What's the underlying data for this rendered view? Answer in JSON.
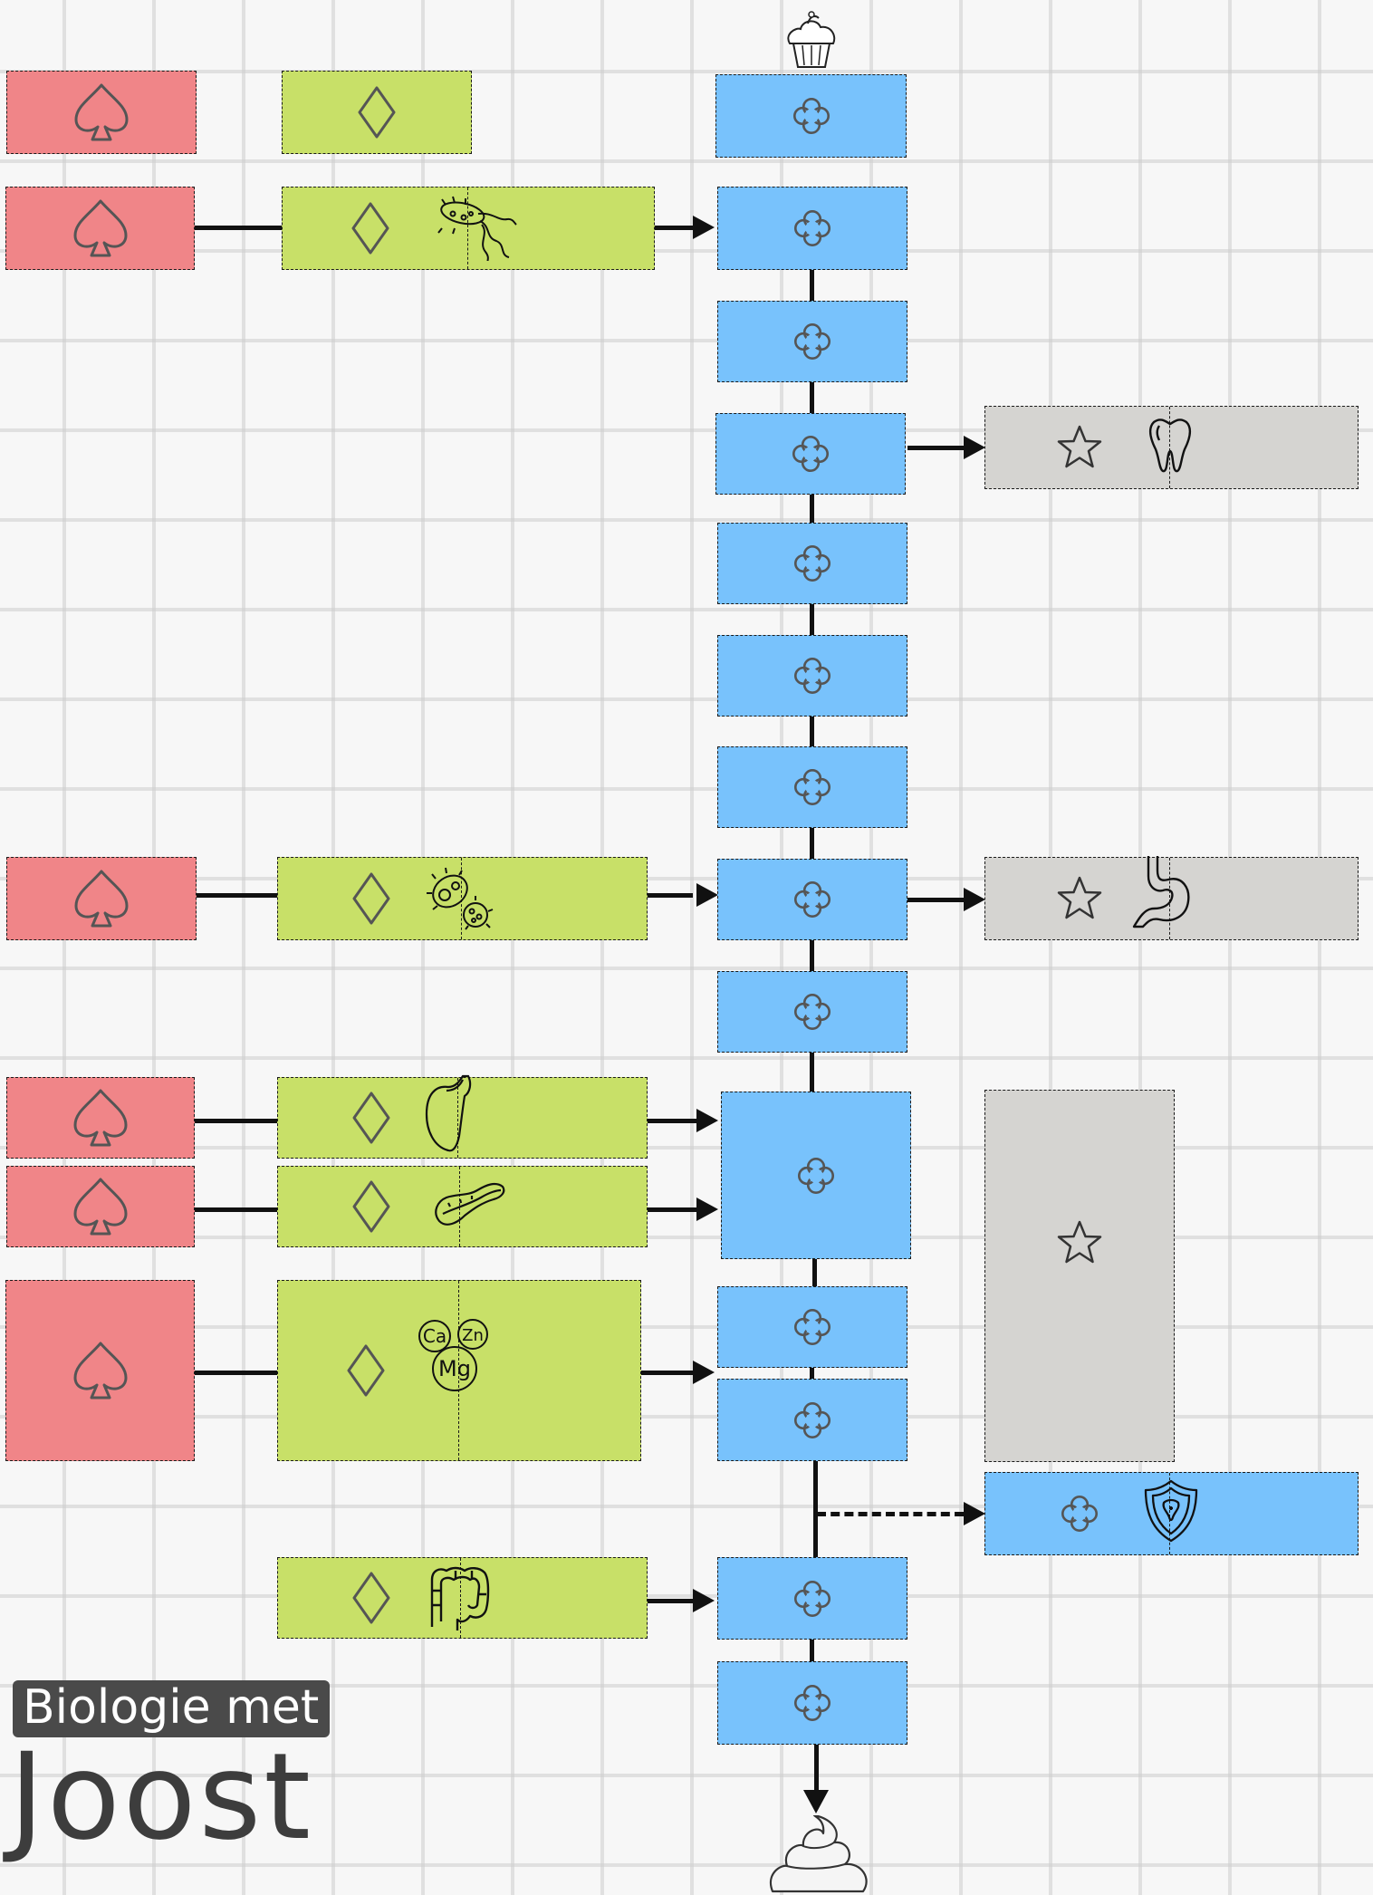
{
  "logo": {
    "line1": "Biologie met",
    "line2": "Joost"
  },
  "symbols": {
    "red_box": "spade-outline",
    "green_box": "diamond-outline",
    "blue_box": "clover-outline",
    "gray_box": "star-outline"
  },
  "icons": {
    "start": "cupcake-icon",
    "end": "poop-icon",
    "row2": "bacteria-icon",
    "row_teeth": "tooth-icon",
    "row_stomach_organisms": "microbes-icon",
    "row_stomach": "stomach-icon",
    "row_gallbladder": "gallbladder-icon",
    "row_pancreas": "pancreas-icon",
    "row_minerals": "minerals-icon",
    "minerals": [
      "Ca",
      "Zn",
      "Mg"
    ],
    "row_immune": "immune-shield-icon",
    "row_colon": "colon-icon"
  },
  "colors": {
    "red": "#f08588",
    "green": "#c8e068",
    "blue": "#78c2fc",
    "gray": "#d5d4d1"
  }
}
